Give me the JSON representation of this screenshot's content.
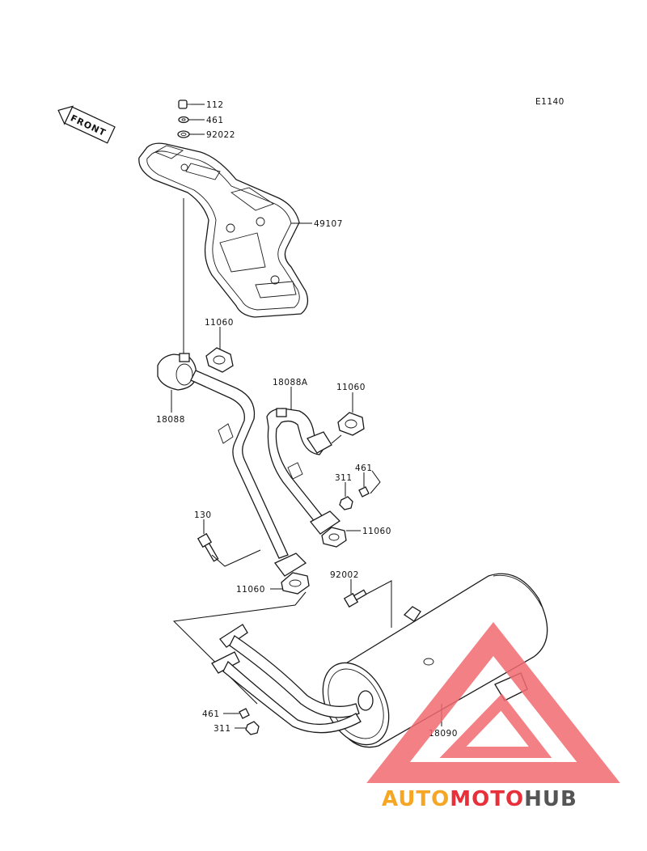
{
  "diagram": {
    "code": "E1140",
    "front_label": "FRONT",
    "parts": {
      "p112": "112",
      "p461_top": "461",
      "p92022": "92022",
      "p49107": "49107",
      "p11060_a": "11060",
      "p18088": "18088",
      "p18088a": "18088A",
      "p11060_b": "11060",
      "p461_mid": "461",
      "p311_mid": "311",
      "p11060_c": "11060",
      "p130": "130",
      "p11060_d": "11060",
      "p92002": "92002",
      "p461_low": "461",
      "p311_low": "311",
      "p18090": "18090"
    }
  },
  "watermark": {
    "brand_part1": "AUTO",
    "brand_part2": "MOTO",
    "brand_part3": "HUB",
    "color_orange": "#f5a623",
    "color_red": "#e8303a",
    "color_gray": "#555555"
  }
}
